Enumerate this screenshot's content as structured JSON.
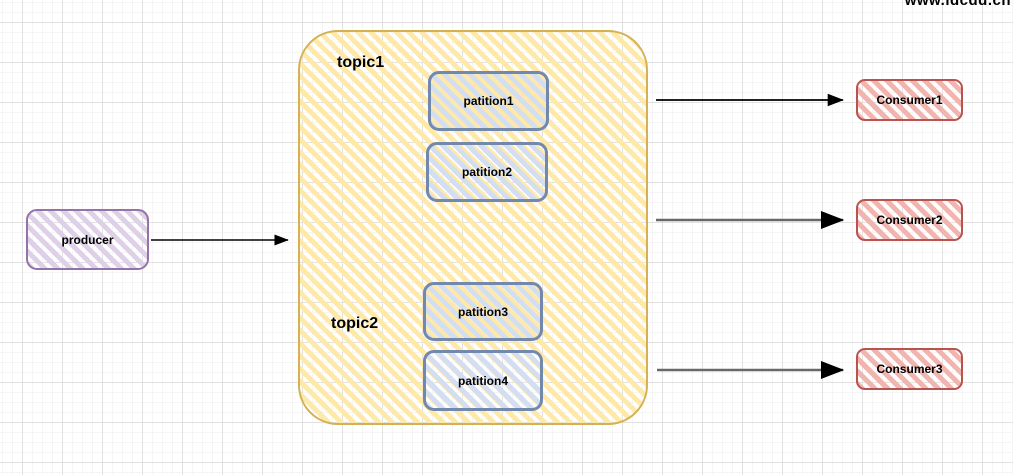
{
  "watermark": "www.idcdd.cn",
  "diagram": {
    "producer": {
      "label": "producer"
    },
    "topics": [
      {
        "label": "topic1",
        "partitions": [
          "patition1",
          "patition2"
        ]
      },
      {
        "label": "topic2",
        "partitions": [
          "patition3",
          "patition4"
        ]
      }
    ],
    "consumers": [
      "Consumer1",
      "Consumer2",
      "Consumer3"
    ],
    "colors": {
      "producer_border": "#9673a6",
      "producer_fill": "#ddd0e8",
      "topic_border": "#d4b254",
      "topic_fill": "#ffe9a8",
      "partition_border": "#7388ad",
      "partition_fill": "#d3def2",
      "consumer_border": "#b85450",
      "consumer_fill": "#f2b4ae",
      "arrow_black": "#000000",
      "arrow_gray": "#686868"
    }
  }
}
